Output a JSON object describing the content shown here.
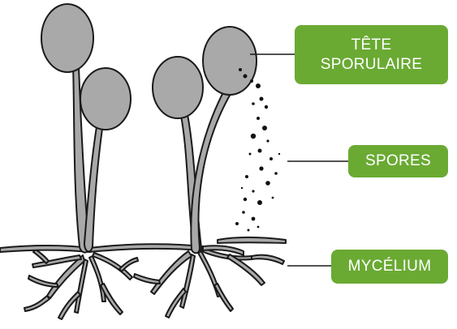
{
  "labels": {
    "head_line1": "TÊTE",
    "head_line2": "SPORULAIRE",
    "spores": "SPORES",
    "mycelium": "MYCÉLIUM"
  },
  "colors": {
    "label_bg": "#6aaa33",
    "label_text": "#ffffff",
    "fungus_fill": "#a9a9a9",
    "outline": "#1a1a1a",
    "spore": "#111111"
  }
}
